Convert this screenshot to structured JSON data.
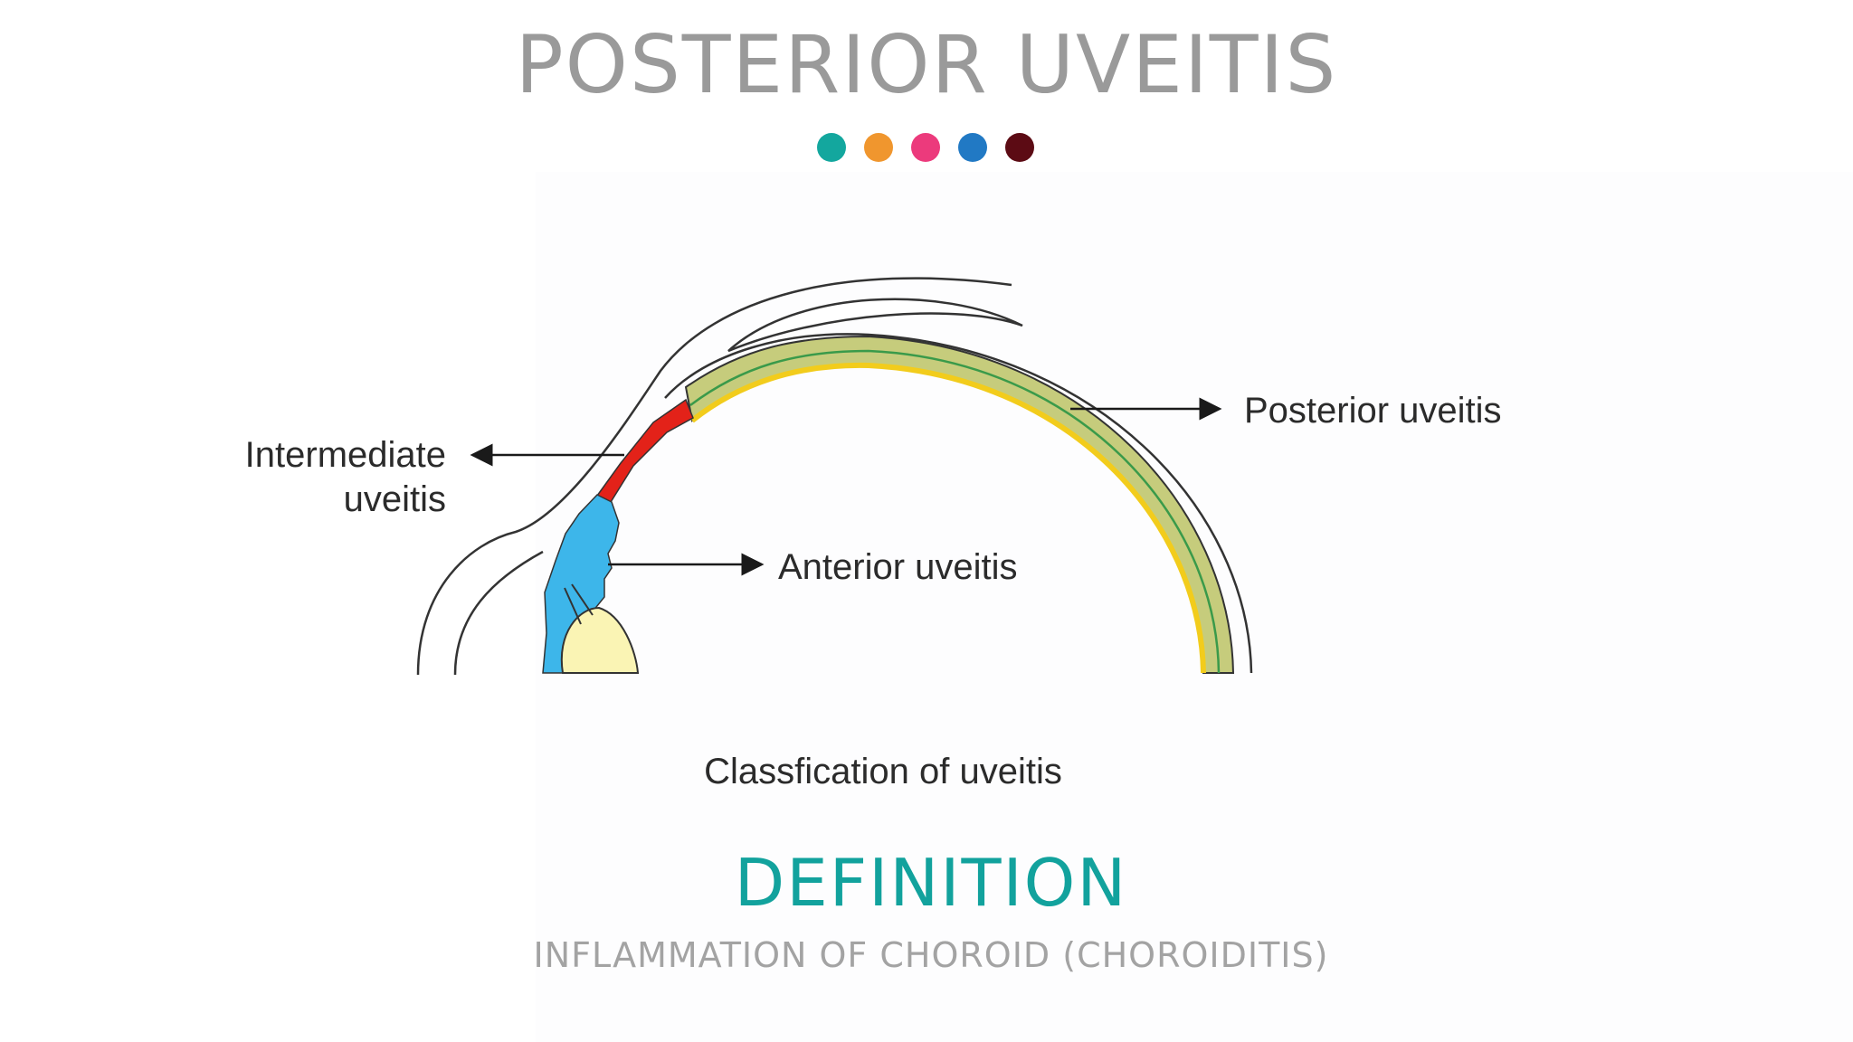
{
  "slide": {
    "title": "POSTERIOR UVEITIS",
    "dot_colors": [
      "#13a79e",
      "#f0962e",
      "#ec3a7c",
      "#2179c4",
      "#5c0b14"
    ]
  },
  "diagram": {
    "labels": {
      "intermediate_line1": "Intermediate",
      "intermediate_line2": "uveitis",
      "anterior": "Anterior uveitis",
      "posterior": "Posterior uveitis",
      "caption": "Classfication of uveitis"
    },
    "colors": {
      "anterior": "#3db6ea",
      "intermediate": "#e32219",
      "posterior_fill": "#c6cc7c",
      "posterior_edge": "#f2cc1c",
      "posterior_line": "#3a9a4a",
      "lens": "#faf4b4",
      "outline": "#333333"
    }
  },
  "definition": {
    "heading": "DEFINITION",
    "heading_color": "#12a29d",
    "text": "INFLAMMATION OF CHOROID (CHOROIDITIS)"
  }
}
